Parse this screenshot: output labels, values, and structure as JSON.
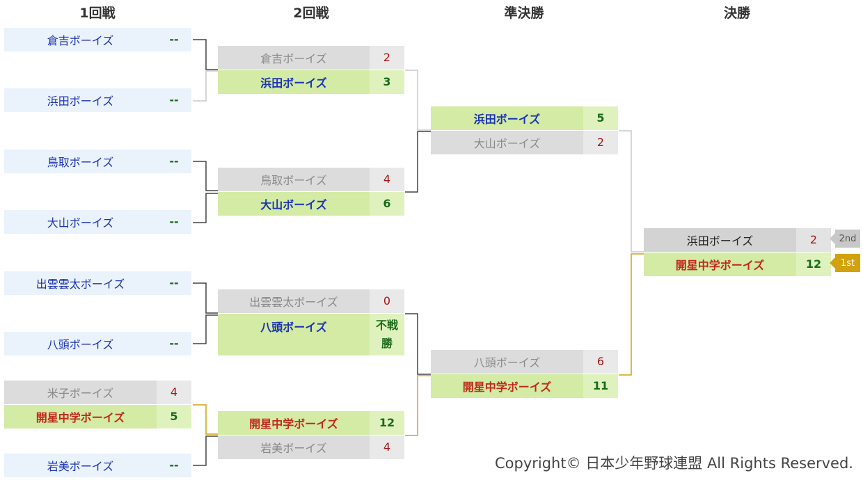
{
  "rounds": [
    "1回戦",
    "2回戦",
    "準決勝",
    "決勝"
  ],
  "round1": [
    {
      "name": "倉吉ボーイズ",
      "score": "--"
    },
    {
      "name": "浜田ボーイズ",
      "score": "--"
    },
    {
      "name": "鳥取ボーイズ",
      "score": "--"
    },
    {
      "name": "大山ボーイズ",
      "score": "--"
    },
    {
      "name": "出雲雲太ボーイズ",
      "score": "--"
    },
    {
      "name": "八頭ボーイズ",
      "score": "--"
    },
    {
      "name": "米子ボーイズ",
      "score": "4"
    },
    {
      "name": "開星中学ボーイズ",
      "score": "5"
    },
    {
      "name": "岩美ボーイズ",
      "score": "--"
    }
  ],
  "round2": [
    {
      "name": "倉吉ボーイズ",
      "score": "2"
    },
    {
      "name": "浜田ボーイズ",
      "score": "3"
    },
    {
      "name": "鳥取ボーイズ",
      "score": "4"
    },
    {
      "name": "大山ボーイズ",
      "score": "6"
    },
    {
      "name": "出雲雲太ボーイズ",
      "score": "0"
    },
    {
      "name": "八頭ボーイズ",
      "score": "不戦\n勝"
    },
    {
      "name": "開星中学ボーイズ",
      "score": "12"
    },
    {
      "name": "岩美ボーイズ",
      "score": "4"
    }
  ],
  "semis": [
    {
      "name": "浜田ボーイズ",
      "score": "5"
    },
    {
      "name": "大山ボーイズ",
      "score": "2"
    },
    {
      "name": "八頭ボーイズ",
      "score": "6"
    },
    {
      "name": "開星中学ボーイズ",
      "score": "11"
    }
  ],
  "final": [
    {
      "name": "浜田ボーイズ",
      "score": "2",
      "rank": "2nd"
    },
    {
      "name": "開星中学ボーイズ",
      "score": "12",
      "rank": "1st"
    }
  ],
  "colors": {
    "bare_bg": "#eaf2fb",
    "winner_bg": "#d3eba4",
    "loser_bg": "#dcdcdc",
    "line_dark": "#444444",
    "line_light": "#c8c8c8",
    "line_gold": "#d2a20e"
  },
  "copyright": "Copyright© 日本少年野球連盟 All Rights Reserved."
}
